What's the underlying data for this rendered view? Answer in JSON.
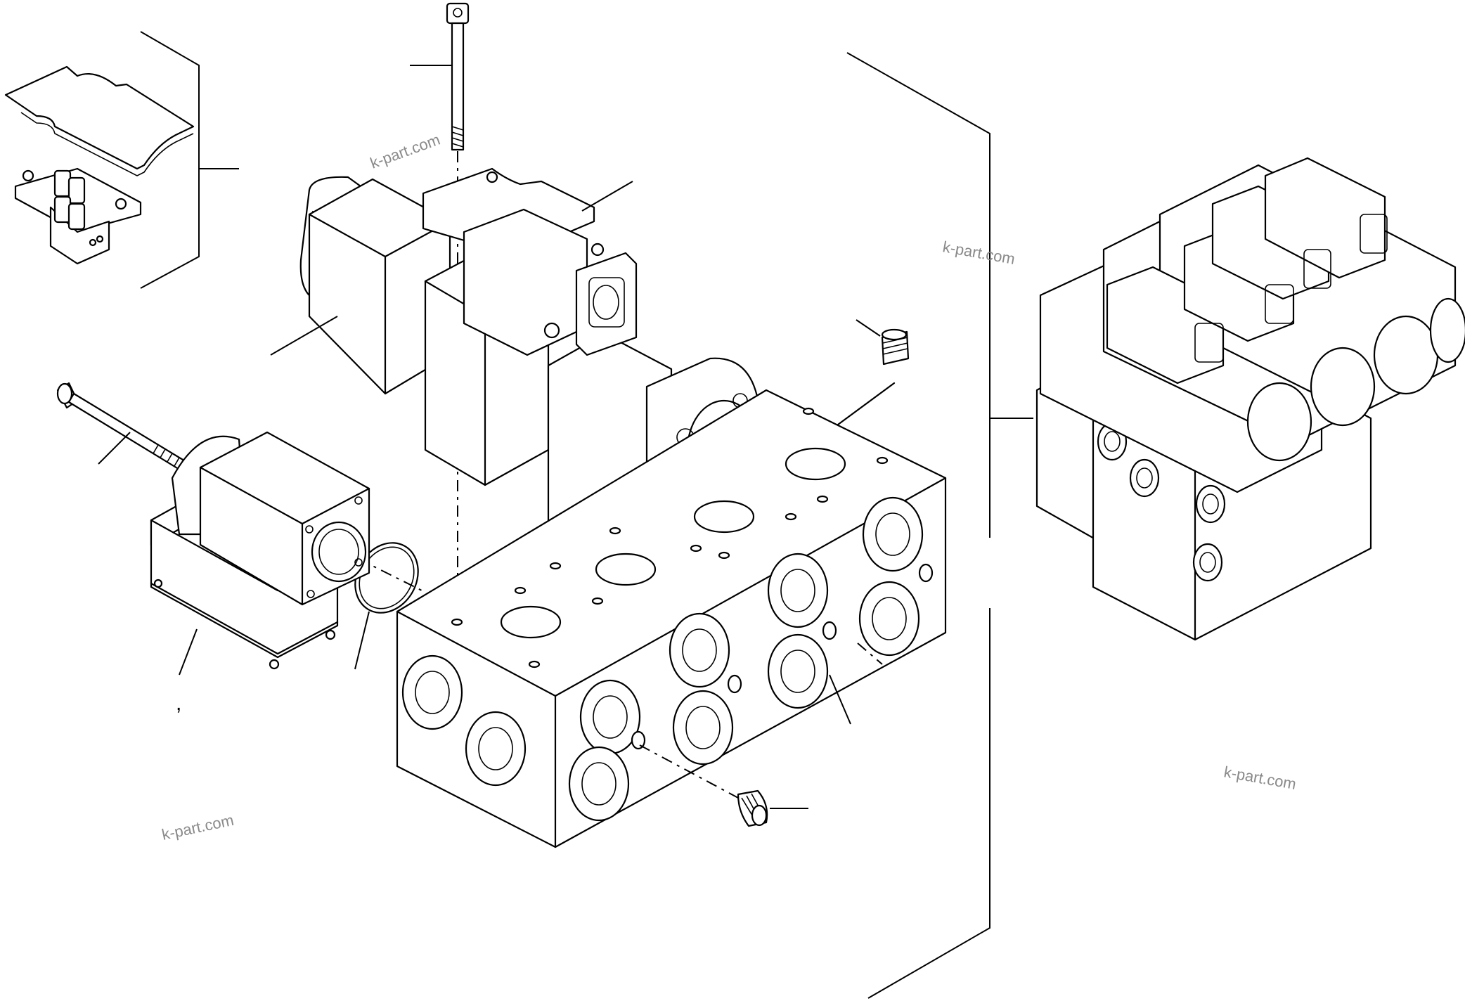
{
  "watermarks": [
    "k-part.com",
    "k-part.com",
    "k-part.com",
    "k-part.com"
  ],
  "stray_mark": ","
}
